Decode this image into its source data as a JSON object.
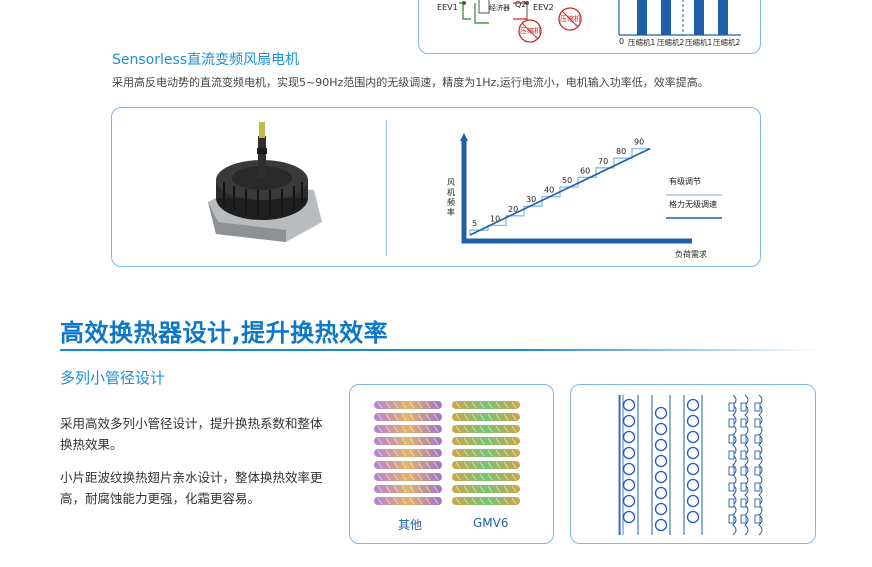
{
  "top_panel": {
    "labels": {
      "eev1": "EEV1",
      "economizer": "经济器",
      "q2": "Q2",
      "eev2": "EEV2",
      "compressor_a": "压缩机",
      "compressor_b": "压缩机"
    },
    "chart": {
      "x_labels": [
        "0",
        "压缩机1",
        "压缩机2",
        "压缩机1",
        "压缩机2"
      ]
    }
  },
  "fan_section": {
    "title": "Sensorless直流变频风扇电机",
    "description": "采用高反电动势的直流变频电机，实现5~90Hz范围内的无级调速，精度为1Hz,运行电流小，电机输入功率低，效率提高。"
  },
  "fan_chart": {
    "type": "line",
    "ylabel": "风机频率",
    "xlabel": "负荷需求",
    "step_values": [
      5,
      10,
      20,
      30,
      40,
      50,
      60,
      70,
      80,
      90
    ],
    "series": [
      {
        "name": "有级调节",
        "kind": "step"
      },
      {
        "name": "格力无级调速",
        "kind": "continuous"
      }
    ],
    "colors": {
      "step": "#8ab9e3",
      "continuous": "#1f5fa8",
      "axis": "#1f5fa8"
    }
  },
  "chart_data": {
    "type": "line",
    "x": [
      0,
      1,
      2,
      3,
      4,
      5,
      6,
      7,
      8,
      9
    ],
    "series": [
      {
        "name": "有级调节",
        "values": [
          5,
          10,
          20,
          30,
          40,
          50,
          60,
          70,
          80,
          90
        ]
      },
      {
        "name": "格力无级调速",
        "values": [
          5,
          10,
          20,
          30,
          40,
          50,
          60,
          70,
          80,
          90
        ]
      }
    ],
    "xlabel": "负荷需求",
    "ylabel": "风机频率"
  },
  "section2": {
    "heading": "高效换热器设计,提升换热效率",
    "subtitle": "多列小管径设计",
    "para1": "采用高效多列小管径设计，提升换热系数和整体换热效果。",
    "para2": "小片距波纹换热翅片亲水设计，整体换热效率更高，耐腐蚀能力更强，化霜更容易。",
    "compare_labels": [
      "其他",
      "GMV6"
    ]
  }
}
